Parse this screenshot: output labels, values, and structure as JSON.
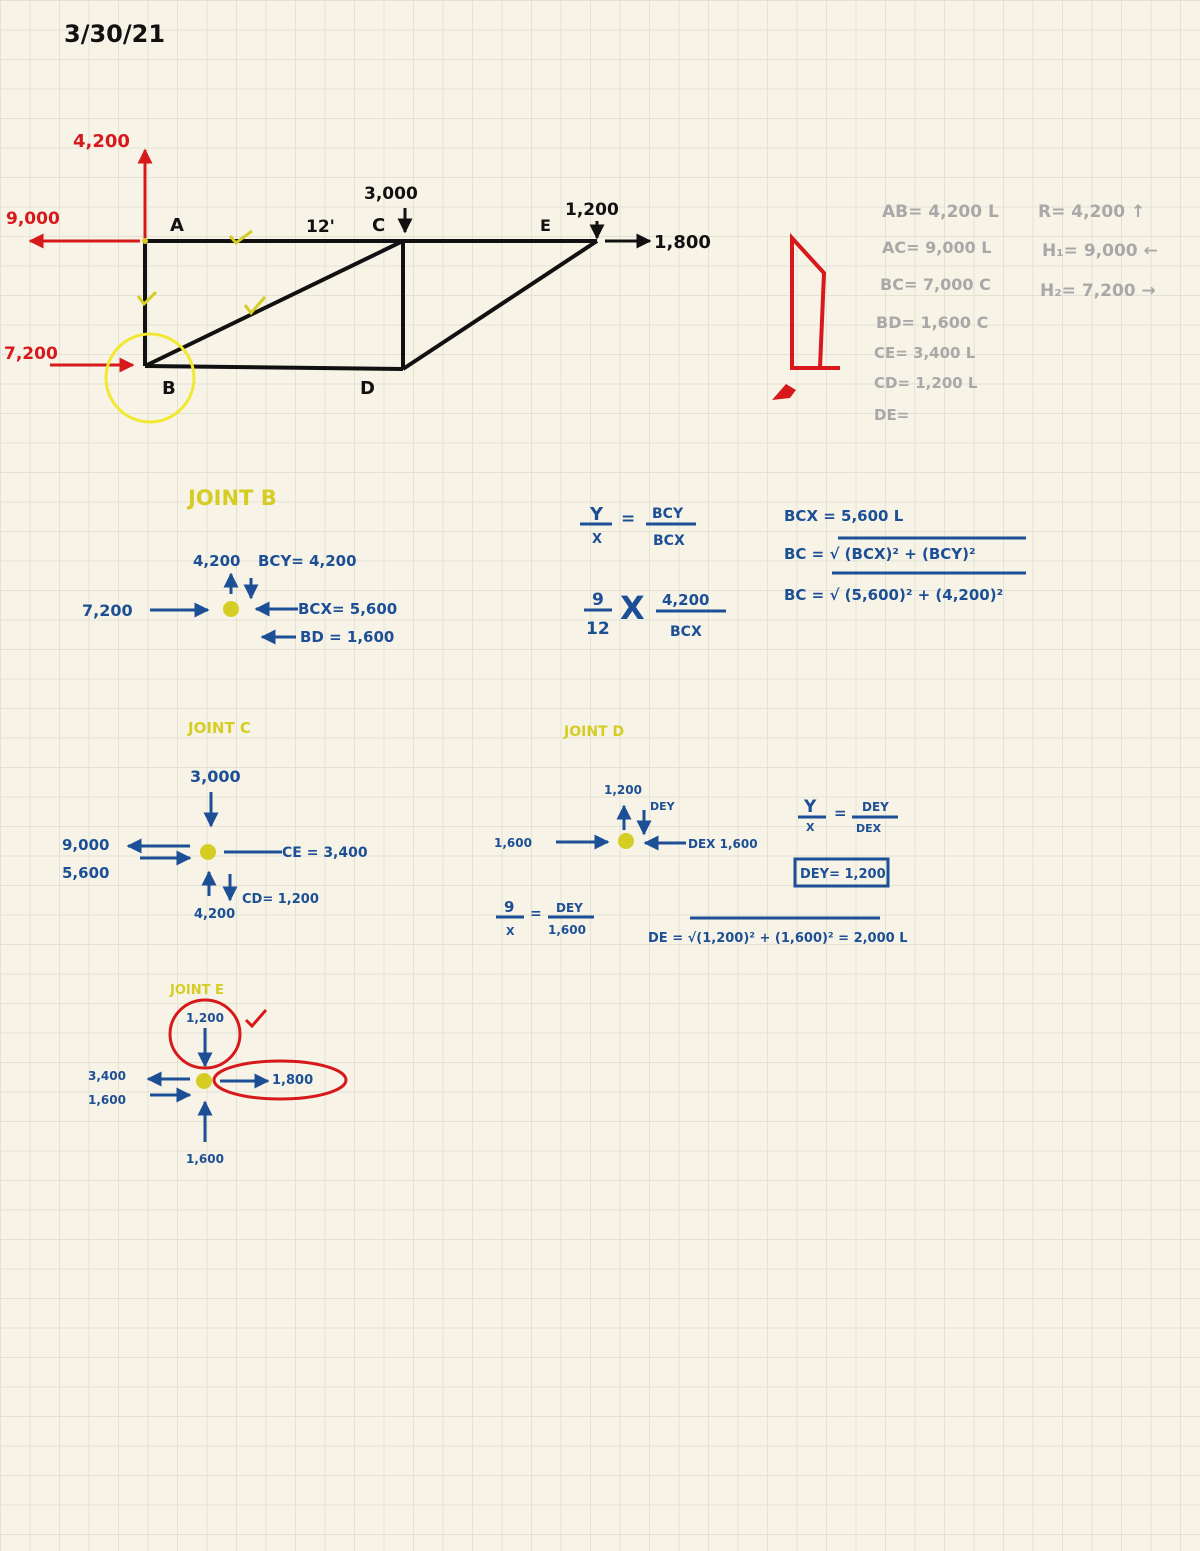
{
  "date": "3/30/21",
  "colors": {
    "paper": "#f7f4e7",
    "grid": "#e3e2d3",
    "black": "#111111",
    "red": "#d8191c",
    "blue": "#1c4f95",
    "yellow": "#d5cd24",
    "gray": "#a8a8a8"
  },
  "truss": {
    "nodes": {
      "A": "A",
      "B": "B",
      "C": "C",
      "D": "D",
      "E": "E"
    },
    "dim_label": "12'",
    "loads": {
      "a_up": "4,200",
      "a_left": "9,000",
      "b_right": "7,200",
      "c_down": "3,000",
      "e_down": "1,200",
      "e_right": "1,800"
    }
  },
  "summary_left": [
    "AB= 4,200 L",
    "AC= 9,000 L",
    "BC= 7,000 C",
    "BD= 1,600 C",
    "CE= 3,400 L",
    "CD= 1,200 L",
    "DE="
  ],
  "summary_right": [
    "R= 4,200 ↑",
    "H₁= 9,000 ←",
    "H₂= 7,200 →"
  ],
  "joint_b": {
    "title": "JOINT B",
    "up": "4,200",
    "bcy": "BCY= 4,200",
    "left": "7,200",
    "bcx": "BCX= 5,600",
    "bd": "BD = 1,600"
  },
  "ratio": {
    "y": "Y",
    "x": "X",
    "bcy": "BCY",
    "bcx": "BCX",
    "nine": "9",
    "twelve": "12",
    "value": "4,200",
    "bcx2": "BCX"
  },
  "bc_calc": {
    "line1": "BCX = 5,600 L",
    "line2": "BC = √ (BCX)² + (BCY)²",
    "line3": "BC = √ (5,600)² + (4,200)²"
  },
  "joint_c": {
    "title": "JOINT C",
    "down": "3,000",
    "left1": "9,000",
    "left2": "5,600",
    "ce": "CE = 3,400",
    "cd": "CD= 1,200",
    "bottom": "4,200"
  },
  "joint_d": {
    "title": "JOINT D",
    "top": "1,200",
    "dey": "DEY",
    "left": "1,600",
    "dex": "DEX 1,600",
    "ratio_y": "Y",
    "ratio_x": "X",
    "ratio_dey": "DEY",
    "ratio_dex": "DEX",
    "boxed": "DEY= 1,200",
    "frac_nine": "9",
    "frac_x": "X",
    "frac_dey": "DEY",
    "frac_val": "1,600",
    "de_eq": "DE = √(1,200)² + (1,600)²  = 2,000 L"
  },
  "joint_e": {
    "title": "JOINT E",
    "top": "1,200",
    "right": "1,800",
    "left1": "3,400",
    "left2": "1,600",
    "bottom": "1,600"
  }
}
